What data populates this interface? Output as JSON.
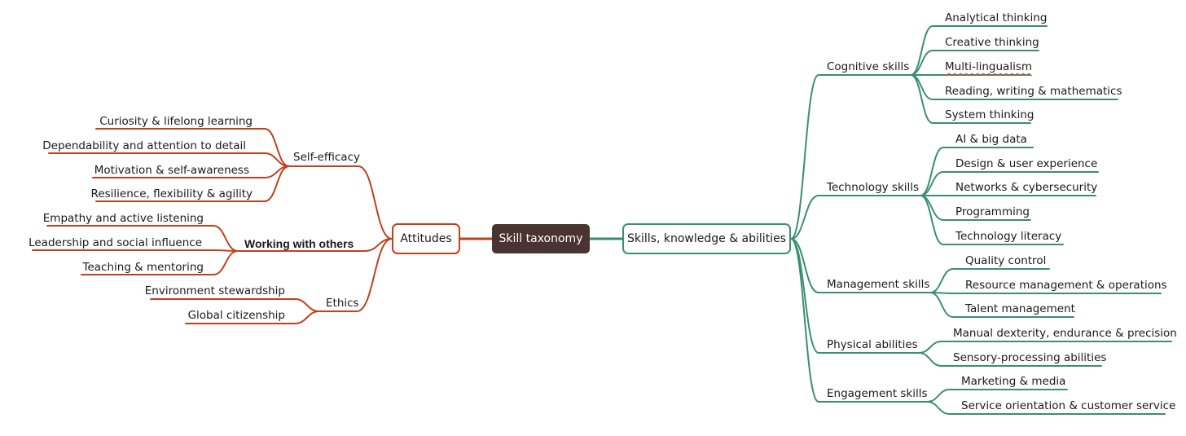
{
  "root": {
    "label": "Skill taxonomy"
  },
  "colors": {
    "root_fill": "#4a3432",
    "attitudes_branch": "#c0411d",
    "skills_branch": "#3a8f72"
  },
  "attitudes": {
    "label": "Attitudes",
    "groups": [
      {
        "label": "Self-efficacy",
        "items": [
          "Curiosity & lifelong learning",
          "Dependability and attention to detail",
          "Motivation & self-awareness",
          "Resilience, flexibility & agility"
        ]
      },
      {
        "label": "Working with others",
        "items": [
          "Empathy and active listening",
          "Leadership and social influence",
          "Teaching & mentoring"
        ]
      },
      {
        "label": "Ethics",
        "items": [
          "Environment stewardship",
          "Global citizenship"
        ]
      }
    ]
  },
  "skills": {
    "label": "Skills, knowledge & abilities",
    "groups": [
      {
        "label": "Cognitive skills",
        "items": [
          "Analytical thinking",
          "Creative thinking",
          "Multi-lingualism",
          "Reading, writing & mathematics",
          "System thinking"
        ]
      },
      {
        "label": "Technology skills",
        "items": [
          "AI & big data",
          "Design & user experience",
          "Networks & cybersecurity",
          "Programming",
          "Technology literacy"
        ]
      },
      {
        "label": "Management skills",
        "items": [
          "Quality control",
          "Resource management & operations",
          "Talent management"
        ]
      },
      {
        "label": "Physical abilities",
        "items": [
          "Manual dexterity, endurance & precision",
          "Sensory-processing abilities"
        ]
      },
      {
        "label": "Engagement skills",
        "items": [
          "Marketing & media",
          "Service orientation & customer service"
        ]
      }
    ]
  }
}
